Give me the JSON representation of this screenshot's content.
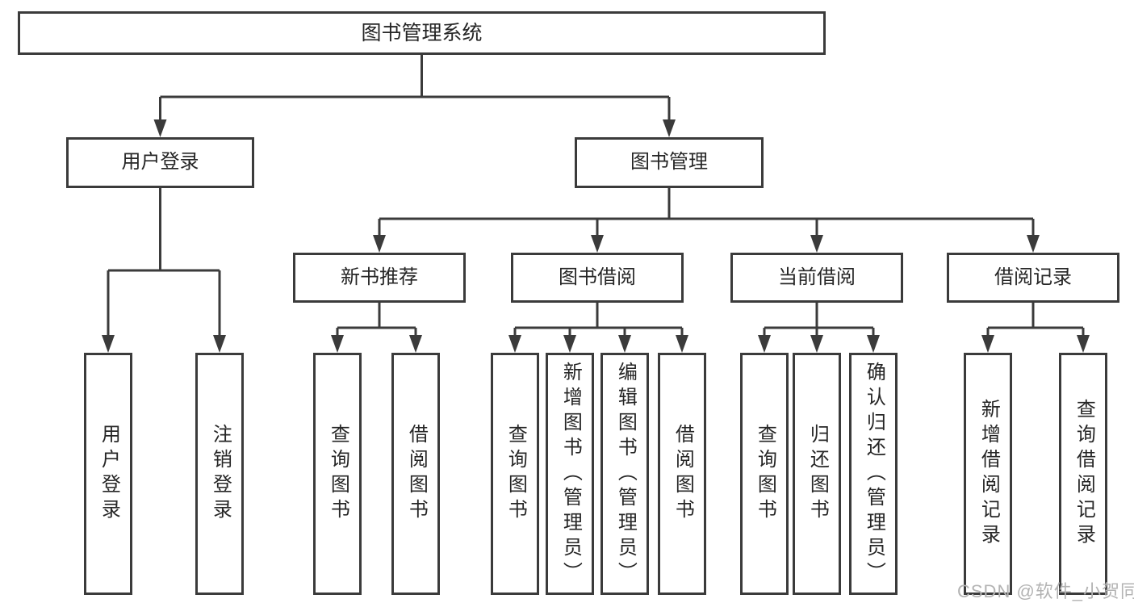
{
  "nodes": {
    "root": "图书管理系统",
    "user_login": "用户登录",
    "book_mgmt": "图书管理",
    "new_book_rec": "新书推荐",
    "book_borrow": "图书借阅",
    "current_borrow": "当前借阅",
    "borrow_record": "借阅记录",
    "ul_user_login": "用户登录",
    "ul_logout": "注销登录",
    "nb_query_book": "查询图书",
    "nb_borrow_book": "借阅图书",
    "bb_query_book": "查询图书",
    "bb_add_book": "新增图书（管理员）",
    "bb_edit_book": "编辑图书（管理员）",
    "bb_borrow_book": "借阅图书",
    "cb_query_book": "查询图书",
    "cb_return_book": "归还图书",
    "cb_confirm_return": "确认归还（管理员）",
    "br_add_record": "新增借阅记录",
    "br_query_record": "查询借阅记录"
  },
  "watermark": "CSDN @软件_小贺同学",
  "colors": {
    "line": "#3b3b3b",
    "text": "#262626",
    "watermark": "#b3b3b3",
    "background": "#ffffff"
  }
}
